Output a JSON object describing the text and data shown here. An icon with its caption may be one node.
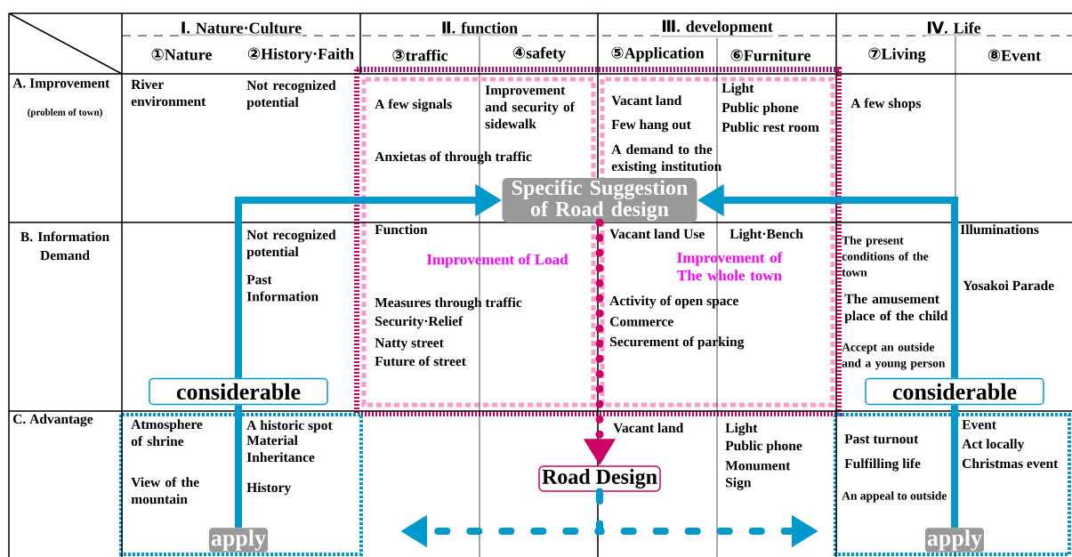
{
  "diagram": {
    "nodes": [
      {
        "text": [
          "Specific Suggestion of Road design"
        ]
      },
      {
        "text": [
          "considerable"
        ]
      },
      {
        "text": [
          "considerable"
        ]
      },
      {
        "text": [
          "apply"
        ]
      },
      {
        "text": [
          "apply"
        ]
      },
      {
        "text": [
          "Road Design"
        ]
      }
    ],
    "edges": [
      {
        "from": 1,
        "to": 0,
        "arrow": "to"
      },
      {
        "from": 3,
        "to": 1,
        "arrow": "none"
      },
      {
        "from": 2,
        "to": 0,
        "arrow": "to"
      },
      {
        "from": 4,
        "to": 2,
        "arrow": "none"
      },
      {
        "from": 0,
        "to": 5,
        "arrow": "to",
        "style": "dashed",
        "color": "#cc0066"
      },
      {
        "from": 5,
        "to": null,
        "arrow": "to",
        "style": "dashed"
      },
      {
        "from": 5,
        "to": null,
        "arrow": "to",
        "style": "dashed"
      }
    ],
    "labels": [
      "Ⅰ. Nature·Culture",
      "Ⅱ. function",
      "Ⅲ. development",
      "Ⅳ. Life",
      "①Nature",
      "②History·Faith",
      "③traffic",
      "④safety",
      "⑤Application",
      "⑥Furniture",
      "⑦Living",
      "⑧Event",
      "A. Improvement",
      "(problem of town)",
      "River environment",
      "Not recognized potential",
      "Improvement and security of sidewalk",
      "Light",
      "A few signals",
      "Vacant land",
      "Public phone",
      "A few shops",
      "Few hang out",
      "Public rest room",
      "A demand to the existing institution",
      "Anxietas of through traffic",
      "B. Information Demand",
      "Not recognized potential",
      "Function",
      "Vacant land Use",
      "Light·Bench",
      "Illuminations",
      "The present conditions of the town",
      "Improvement of Load",
      "Improvement of The whole town",
      "Past Information",
      "Yosakoi Parade",
      "The amusement place of the child",
      "Measures through traffic",
      "Activity of open space",
      "Security·Relief",
      "Commerce",
      "Natty street",
      "Securement of parking",
      "Accept an outside and a young person",
      "Future of street",
      "C. Advantage",
      "Atmosphere of shrine",
      "A historic spot",
      "Vacant land",
      "Light",
      "Event",
      "Material Inheritance",
      "Public phone",
      "Past turnout",
      "Act locally",
      "Monument Sign",
      "Fulfilling life",
      "Christmas event",
      "View of the mountain",
      "History",
      "An appeal to outside"
    ]
  }
}
